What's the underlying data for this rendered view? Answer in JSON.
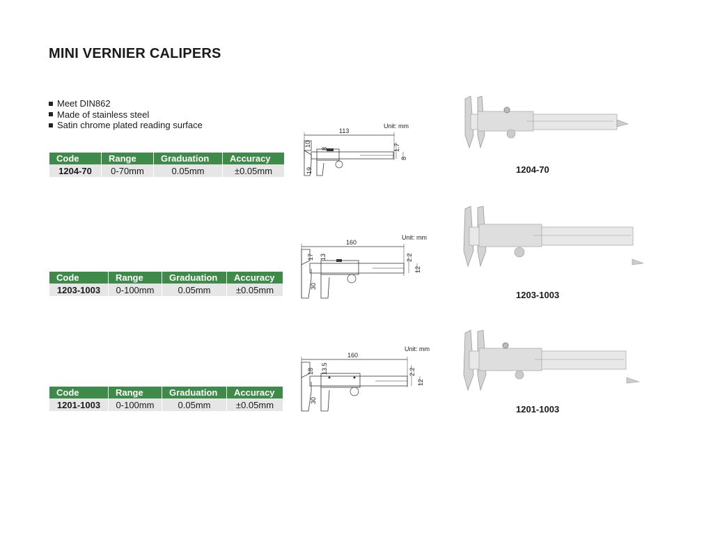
{
  "title": "MINI VERNIER CALIPERS",
  "features": [
    "Meet DIN862",
    "Made of stainless steel",
    "Satin chrome plated reading surface"
  ],
  "table_headers": [
    "Code",
    "Range",
    "Graduation",
    "Accuracy"
  ],
  "products": [
    {
      "code": "1204-70",
      "range": "0-70mm",
      "graduation": "0.05mm",
      "accuracy": "±0.05mm",
      "unit": "Unit: mm",
      "dims": {
        "length": "113",
        "d1": "10",
        "d2": "8",
        "d3": "19",
        "d4": "1.7",
        "d5": "8"
      },
      "model_label": "1204-70"
    },
    {
      "code": "1203-1003",
      "range": "0-100mm",
      "graduation": "0.05mm",
      "accuracy": "±0.05mm",
      "unit": "Unit: mm",
      "dims": {
        "length": "160",
        "d1": "17",
        "d2": "13",
        "d3": "30",
        "d4": "2.2",
        "d5": "12"
      },
      "model_label": "1203-1003"
    },
    {
      "code": "1201-1003",
      "range": "0-100mm",
      "graduation": "0.05mm",
      "accuracy": "±0.05mm",
      "unit": "Unit: mm",
      "dims": {
        "length": "160",
        "d1": "18",
        "d2": "13.5",
        "d3": "30",
        "d4": "2.2",
        "d5": "12"
      },
      "model_label": "1201-1003"
    }
  ]
}
